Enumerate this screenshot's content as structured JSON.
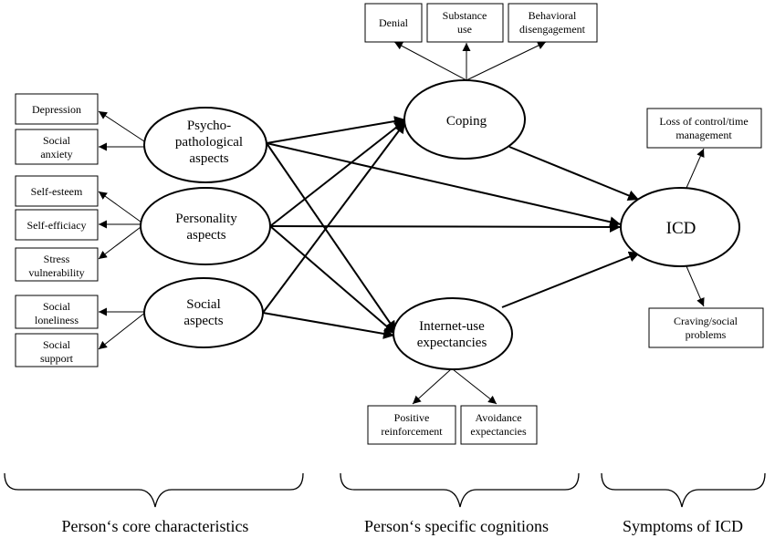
{
  "left_boxes": {
    "depression": [
      "Depression"
    ],
    "social_anxiety": [
      "Social",
      "anxiety"
    ],
    "self_esteem": [
      "Self-esteem"
    ],
    "self_efficiacy": [
      "Self-efficiacy"
    ],
    "stress_vulnerability": [
      "Stress",
      "vulnerability"
    ],
    "social_loneliness": [
      "Social",
      "loneliness"
    ],
    "social_support": [
      "Social",
      "support"
    ]
  },
  "core_nodes": {
    "psychopathological": [
      "Psycho-",
      "pathological",
      "aspects"
    ],
    "personality": [
      "Personality",
      "aspects"
    ],
    "social": [
      "Social",
      "aspects"
    ]
  },
  "cognition_nodes": {
    "coping": [
      "Coping"
    ],
    "internet_use": [
      "Internet-use",
      "expectancies"
    ]
  },
  "coping_boxes": {
    "denial": [
      "Denial"
    ],
    "substance_use": [
      "Substance",
      "use"
    ],
    "behavioral_disengagement": [
      "Behavioral",
      "disengagement"
    ]
  },
  "expectancy_boxes": {
    "positive_reinforcement": [
      "Positive",
      "reinforcement"
    ],
    "avoidance_expectancies": [
      "Avoidance",
      "expectancies"
    ]
  },
  "icd_node": [
    "ICD"
  ],
  "symptom_boxes": {
    "loss_of_control": [
      "Loss of control/time",
      "management"
    ],
    "craving": [
      "Craving/social",
      "problems"
    ]
  },
  "footer": {
    "core": "Person‘s core characteristics",
    "cognitions": "Person‘s specific cognitions",
    "symptoms": "Symptoms of ICD"
  }
}
